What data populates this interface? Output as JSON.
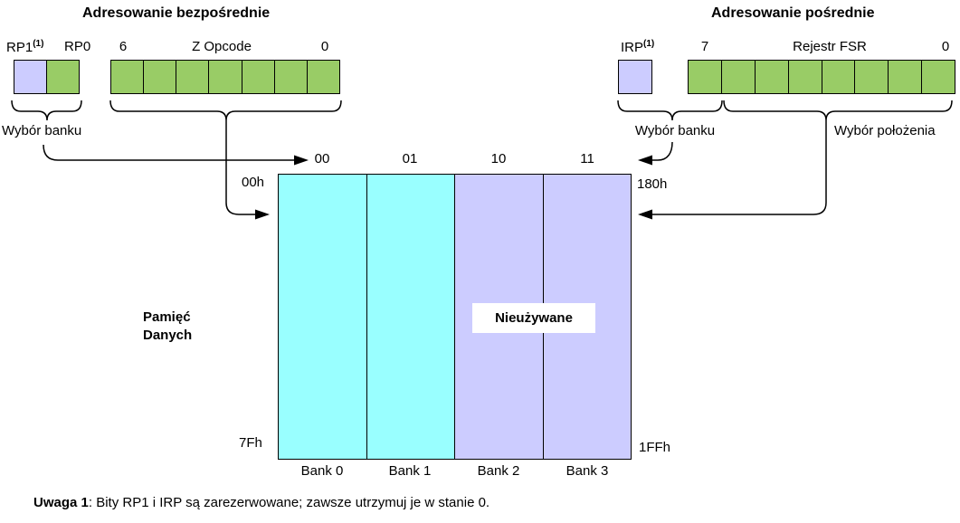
{
  "titles": {
    "direct": "Adresowanie bezpośrednie",
    "indirect": "Adresowanie pośrednie"
  },
  "direct": {
    "rp1_label": "RP1",
    "rp1_sup": "(1)",
    "rp0_label": "RP0",
    "opcode_bit_high": "6",
    "opcode_label": "Z Opcode",
    "opcode_bit_low": "0",
    "bank_select_label": "Wybór banku"
  },
  "indirect": {
    "irp_label": "IRP",
    "irp_sup": "(1)",
    "fsr_bit_high": "7",
    "fsr_label": "Rejestr FSR",
    "fsr_bit_low": "0",
    "bank_select_label": "Wybór banku",
    "location_select_label": "Wybór położenia"
  },
  "memory": {
    "label": "Pamięć\nDanych",
    "headers": [
      "00",
      "01",
      "10",
      "11"
    ],
    "banks": [
      "Bank 0",
      "Bank 1",
      "Bank 2",
      "Bank 3"
    ],
    "addr_top_left": "00h",
    "addr_bottom_left": "7Fh",
    "addr_top_right": "180h",
    "addr_bottom_right": "1FFh",
    "unused_label": "Nieużywane"
  },
  "note": {
    "prefix": "Uwaga 1",
    "text": ": Bity RP1 i IRP są zarezerwowane; zawsze utrzymuj je w stanie 0."
  },
  "colors": {
    "green": "#99CC66",
    "cyan": "#99FFFF",
    "lavender": "#CCCCFF",
    "line": "#000000"
  }
}
